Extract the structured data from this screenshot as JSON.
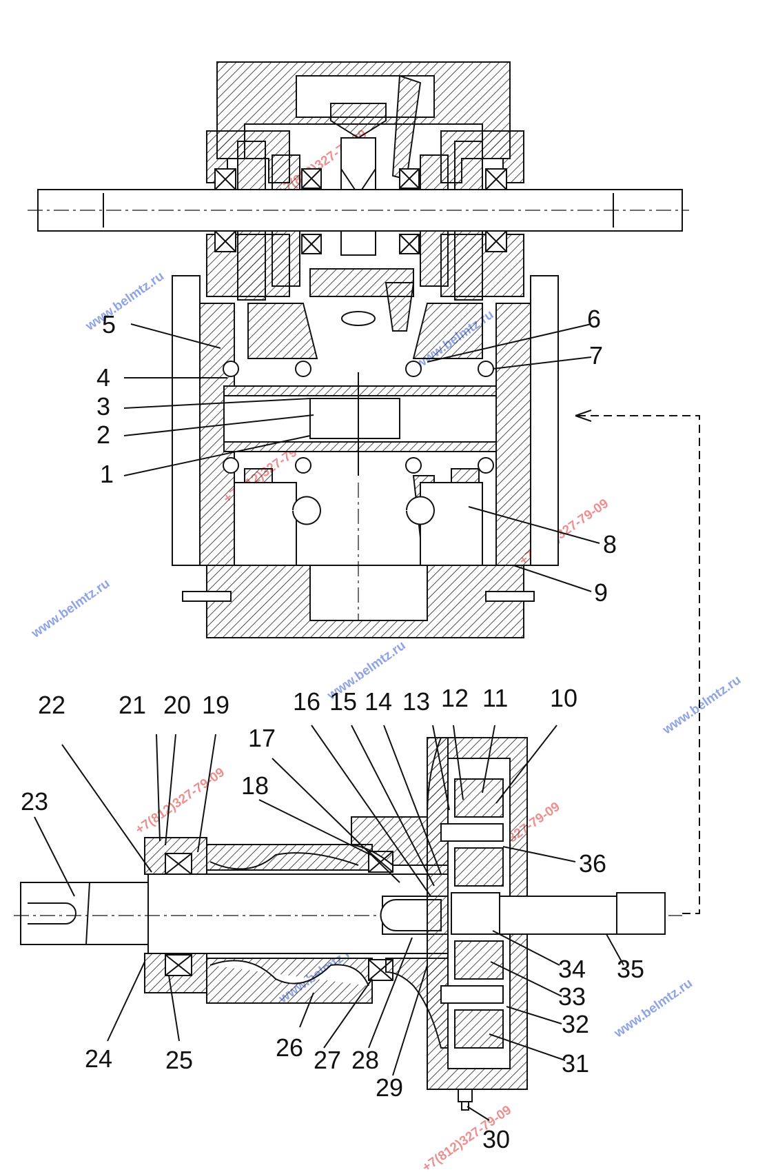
{
  "diagram": {
    "upper_callouts": [
      "1",
      "2",
      "3",
      "4",
      "5",
      "6",
      "7",
      "8",
      "9"
    ],
    "lower_callouts": [
      "10",
      "11",
      "12",
      "13",
      "14",
      "15",
      "16",
      "17",
      "18",
      "19",
      "20",
      "21",
      "22",
      "23",
      "24",
      "25",
      "26",
      "27",
      "28",
      "29",
      "30",
      "31",
      "32",
      "33",
      "34",
      "35",
      "36"
    ],
    "watermark_red": "+7(812)327-79-09",
    "watermark_blue": "www.belmtz.ru",
    "colors": {
      "ink": "#111111",
      "watermark_red": "#ee8f8f",
      "watermark_blue": "#8fa4e6"
    }
  }
}
